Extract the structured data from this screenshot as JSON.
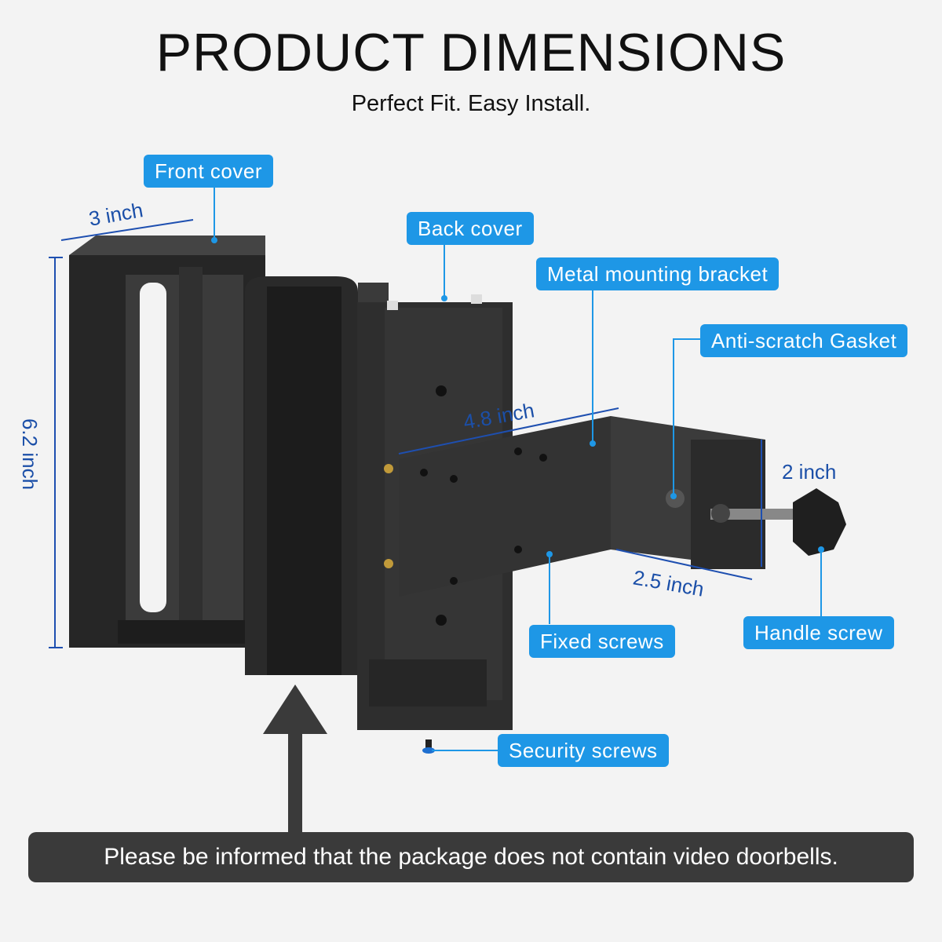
{
  "header": {
    "title": "PRODUCT DIMENSIONS",
    "subtitle": "Perfect Fit. Easy Install."
  },
  "callouts": {
    "front_cover": "Front cover",
    "back_cover": "Back cover",
    "metal_bracket": "Metal mounting bracket",
    "gasket": "Anti-scratch Gasket",
    "fixed_screws": "Fixed screws",
    "handle_screw": "Handle screw",
    "security_screws": "Security screws"
  },
  "dimensions": {
    "width": "3 inch",
    "height": "6.2 inch",
    "bracket_length": "4.8 inch",
    "clamp_opening": "2 inch",
    "clamp_depth": "2.5 inch"
  },
  "notice": "Please be informed that the package does not contain video doorbells.",
  "colors": {
    "callout": "#1e97e6",
    "dimension": "#1b4fa8",
    "product": "#2b2b2b",
    "notice_bg": "#3a3a3a"
  }
}
